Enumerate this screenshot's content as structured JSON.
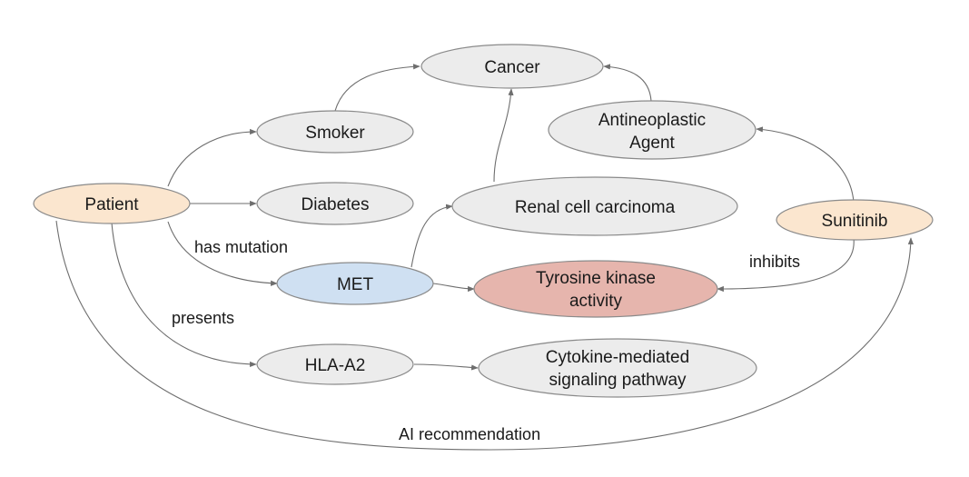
{
  "colors": {
    "gray": "#ececec",
    "orange": "#fbe6cf",
    "blue": "#cfe0f2",
    "red": "#e6b5ad"
  },
  "nodes": {
    "cancer": "Cancer",
    "smoker": "Smoker",
    "antineoplastic_1": "Antineoplastic",
    "antineoplastic_2": "Agent",
    "patient": "Patient",
    "diabetes": "Diabetes",
    "renal": "Renal cell carcinoma",
    "sunitinib": "Sunitinib",
    "met": "MET",
    "tyrosine_1": "Tyrosine kinase",
    "tyrosine_2": "activity",
    "hla": "HLA-A2",
    "cytokine_1": "Cytokine-mediated",
    "cytokine_2": "signaling pathway"
  },
  "edge_labels": {
    "has_mutation": "has mutation",
    "inhibits": "inhibits",
    "presents": "presents",
    "ai_recommendation": "AI recommendation"
  }
}
